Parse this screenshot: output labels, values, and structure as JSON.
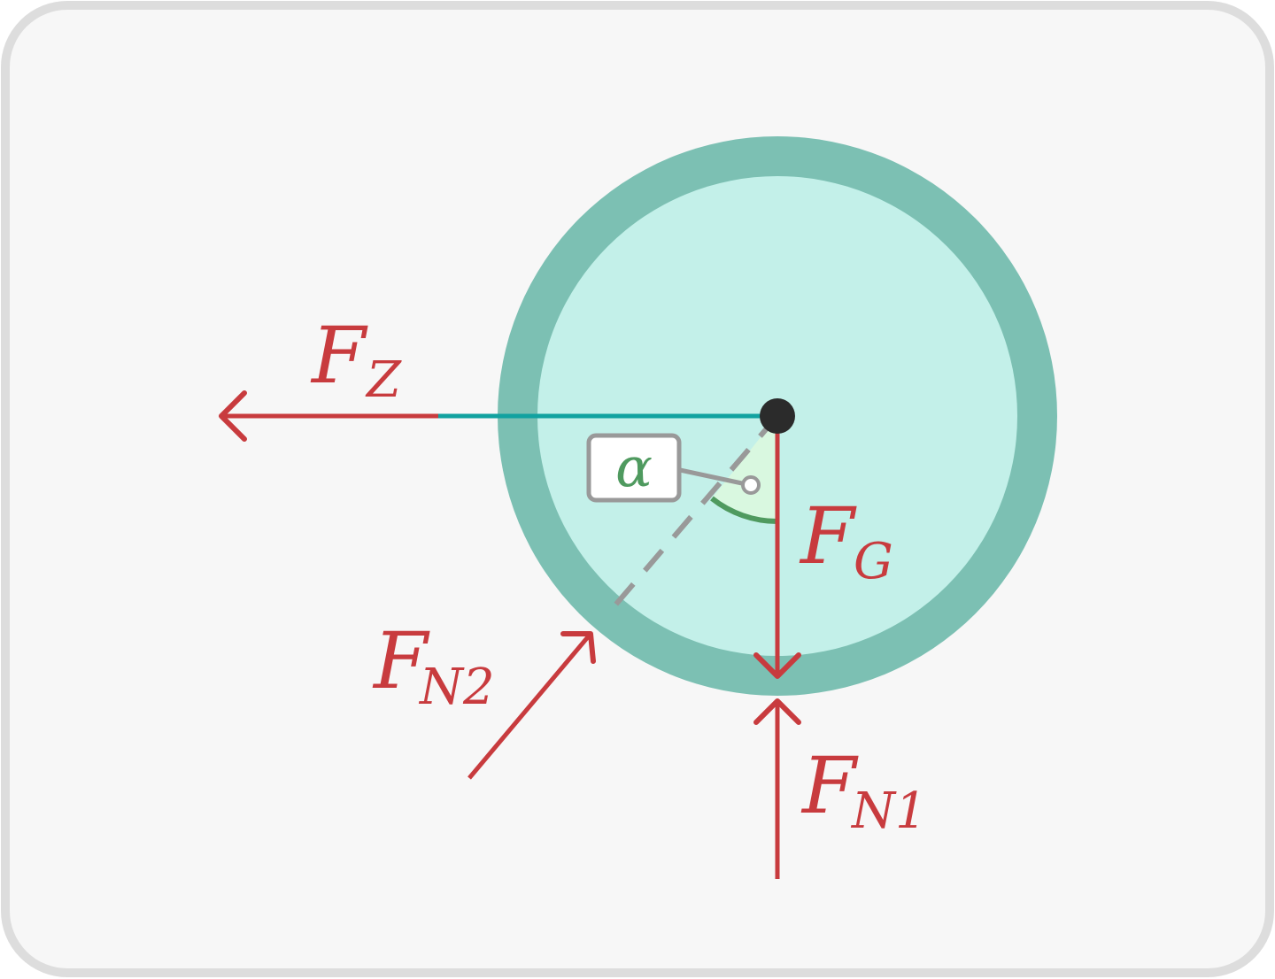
{
  "colors": {
    "frame_bg": "#f7f7f7",
    "frame_border": "#dddddd",
    "ring": "#7cc0b3",
    "disk": "#c3f0e9",
    "force": "#c83b3e",
    "radius_line": "#12a2a0",
    "angle": "#4f9a5f",
    "angle_fill": "#d9f8e0",
    "guide": "#999999",
    "center": "#2b2b2b"
  },
  "labels": {
    "fz": {
      "main": "F",
      "sub": "Z"
    },
    "fg": {
      "main": "F",
      "sub": "G"
    },
    "fn1": {
      "main": "F",
      "sub": "N1"
    },
    "fn2": {
      "main": "F",
      "sub": "N2"
    },
    "alpha": "α"
  }
}
